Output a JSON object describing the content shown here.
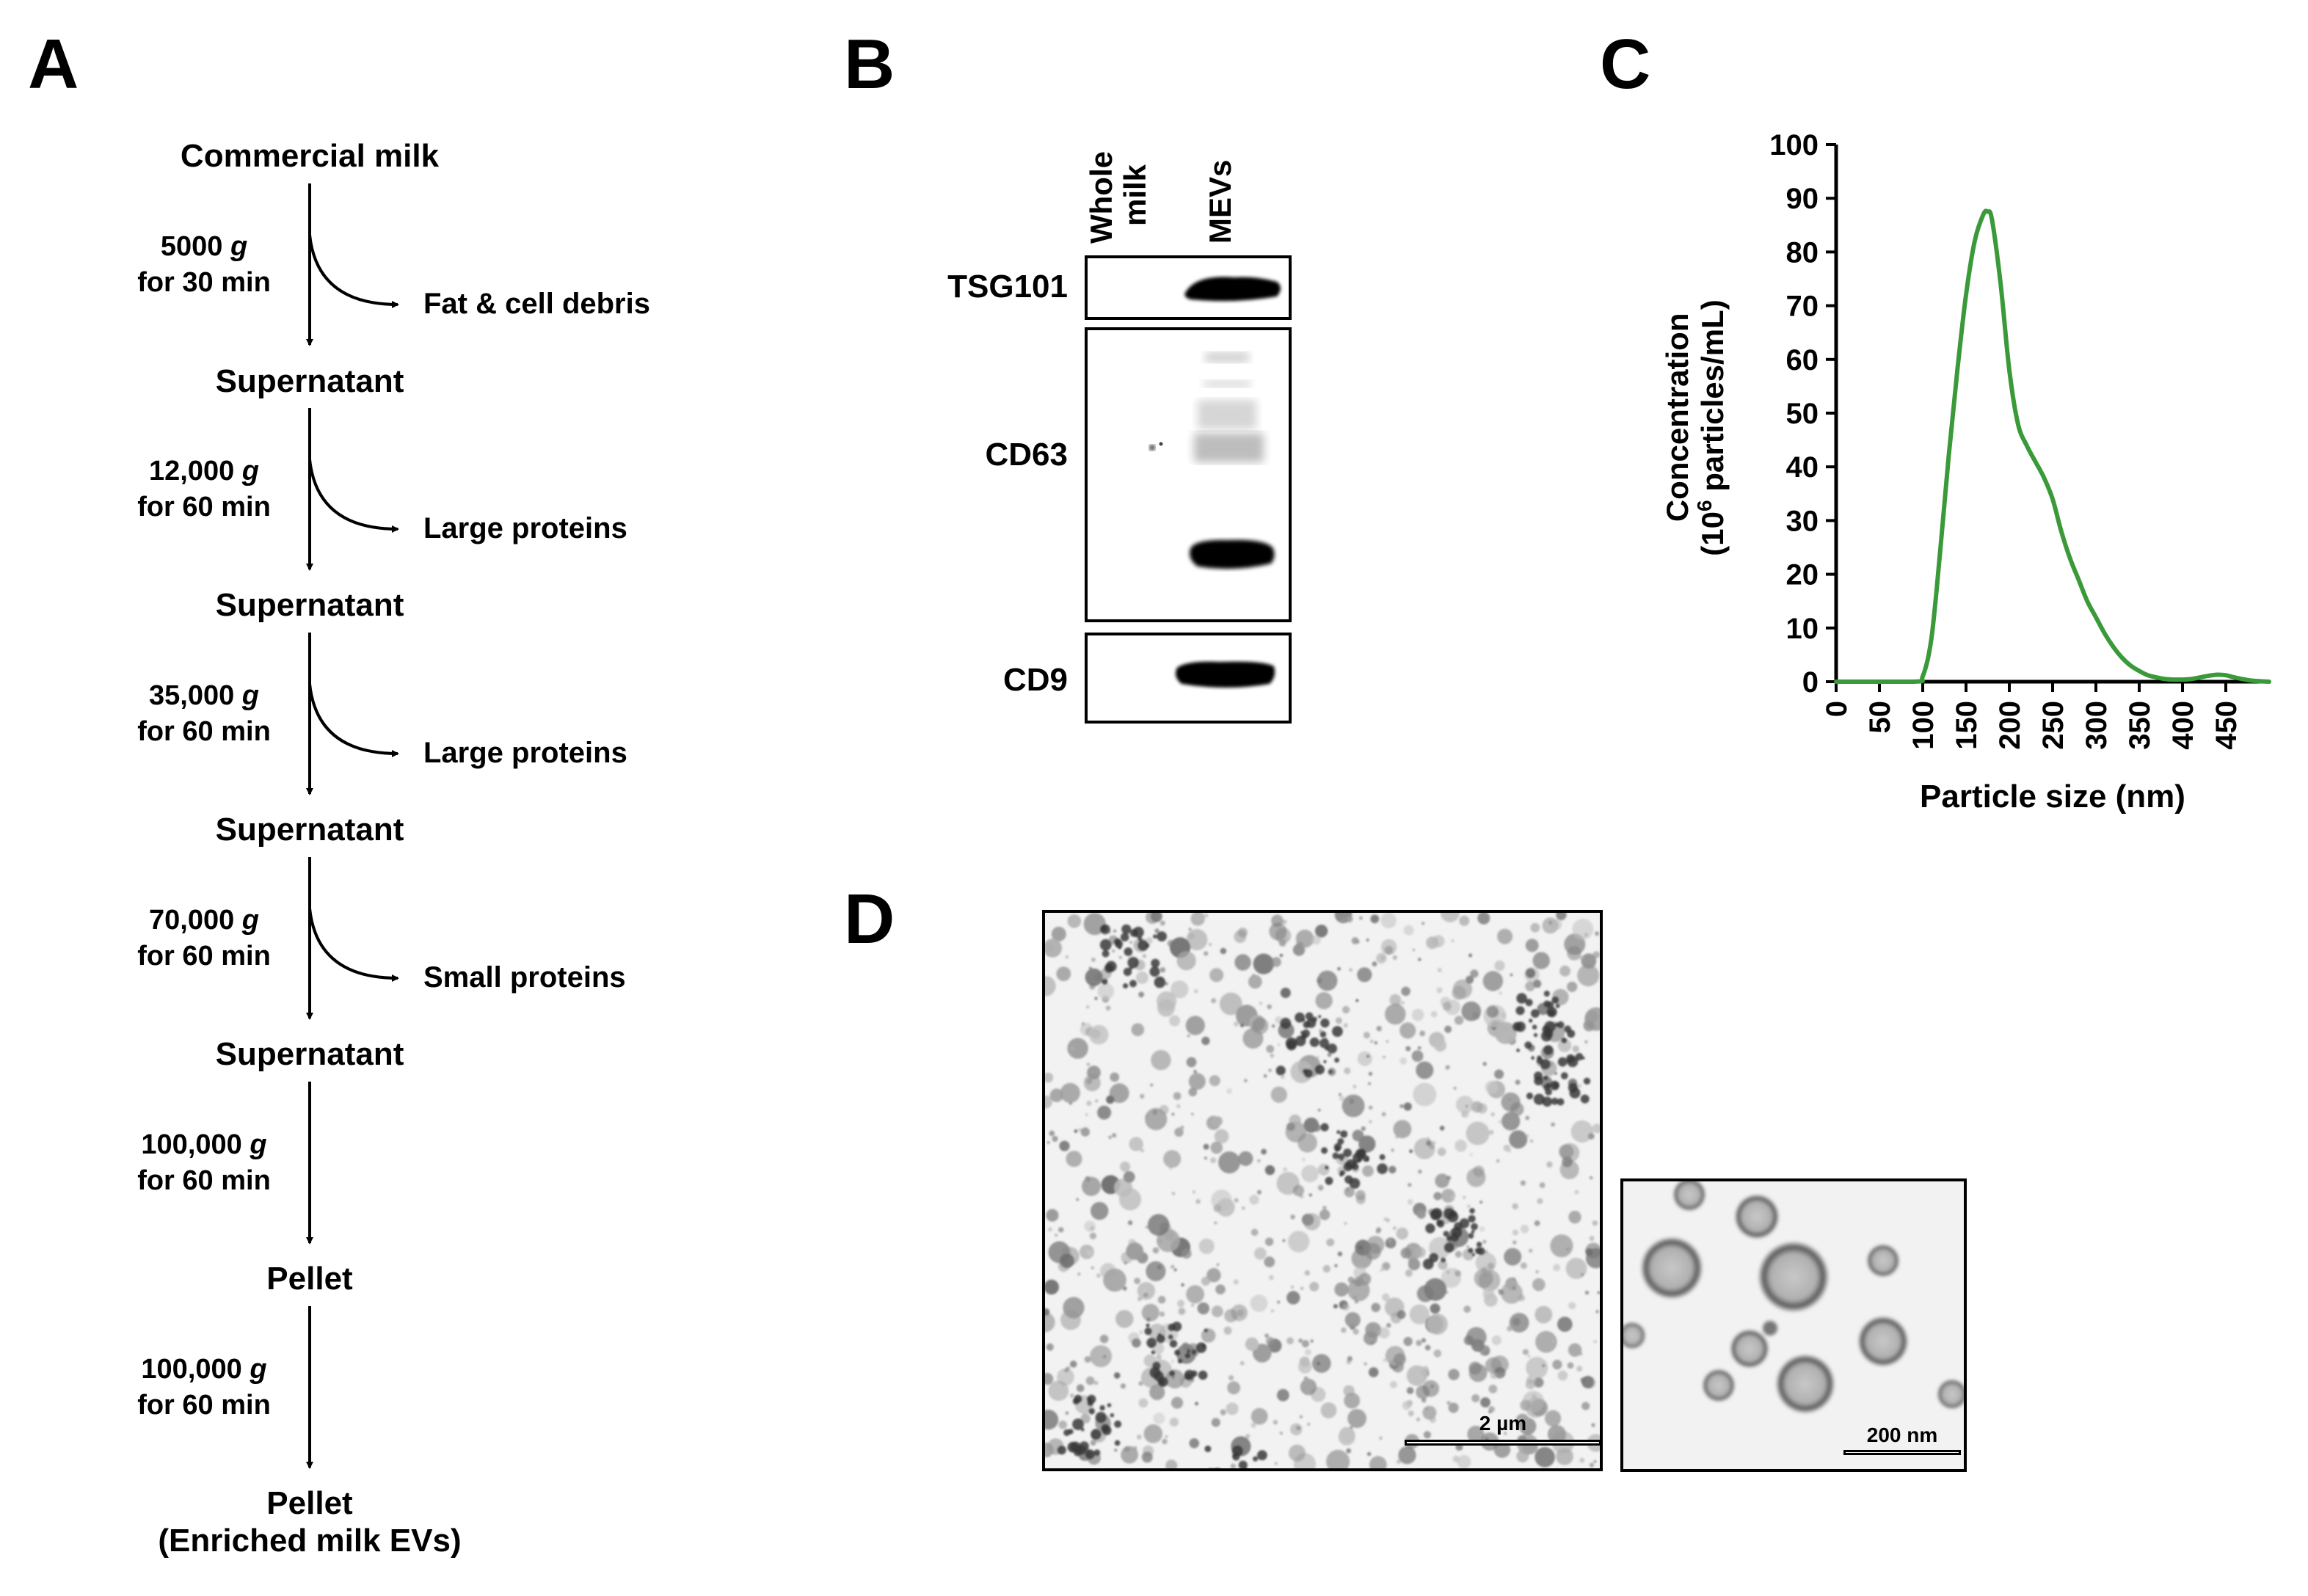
{
  "panels": {
    "a": "A",
    "b": "B",
    "c": "C",
    "d": "D"
  },
  "flow": {
    "stages": [
      "Commercial milk",
      "Supernatant",
      "Supernatant",
      "Supernatant",
      "Supernatant",
      "Pellet",
      "Pellet",
      "(Enriched milk EVs)"
    ],
    "steps": [
      {
        "speed": "5000",
        "unit": "g",
        "time": "for 30 min",
        "removed": "Fat & cell debris"
      },
      {
        "speed": "12,000",
        "unit": "g",
        "time": "for 60 min",
        "removed": "Large proteins"
      },
      {
        "speed": "35,000",
        "unit": "g",
        "time": "for 60 min",
        "removed": "Large proteins"
      },
      {
        "speed": "70,000",
        "unit": "g",
        "time": "for 60 min",
        "removed": "Small proteins"
      },
      {
        "speed": "100,000",
        "unit": "g",
        "time": "for 60 min",
        "removed": ""
      },
      {
        "speed": "100,000",
        "unit": "g",
        "time": "for 60 min",
        "removed": ""
      }
    ]
  },
  "blot": {
    "lanes": {
      "whole_line1": "Whole",
      "whole_line2": "milk",
      "mevs": "MEVs"
    },
    "markers": [
      "TSG101",
      "CD63",
      "CD9"
    ]
  },
  "chart_data": {
    "type": "line",
    "title": "",
    "xlabel": "Particle size (nm)",
    "ylabel_line1": "Concentration",
    "ylabel_line2_prefix": "(10",
    "ylabel_sup": "6",
    "ylabel_line2_suffix": " particles/mL)",
    "xlim": [
      0,
      500
    ],
    "ylim": [
      0,
      100
    ],
    "x_ticks": [
      "0",
      "50",
      "100",
      "150",
      "200",
      "250",
      "300",
      "350",
      "400",
      "450"
    ],
    "y_ticks": [
      "0",
      "10",
      "20",
      "30",
      "40",
      "50",
      "60",
      "70",
      "80",
      "90",
      "100"
    ],
    "line_color": "#3a9a3a",
    "series": [
      {
        "x": [
          0,
          90,
          100,
          110,
          120,
          130,
          140,
          150,
          160,
          170,
          175,
          180,
          190,
          200,
          210,
          220,
          230,
          240,
          250,
          260,
          270,
          280,
          290,
          300,
          310,
          320,
          330,
          340,
          350,
          360,
          370,
          380,
          390,
          400,
          410,
          420,
          430,
          440,
          450,
          460,
          480,
          500
        ],
        "y": [
          0,
          0,
          1,
          8,
          24,
          42,
          58,
          72,
          82,
          87,
          87.5,
          86,
          74,
          58,
          48,
          44,
          41,
          38,
          34,
          28,
          23,
          19,
          15,
          12,
          9,
          6.5,
          4.5,
          3,
          2,
          1.2,
          0.8,
          0.5,
          0.4,
          0.4,
          0.5,
          0.8,
          1.1,
          1.3,
          1.2,
          0.8,
          0.2,
          0
        ]
      }
    ]
  },
  "tem": {
    "scale_large": "2 µm",
    "scale_small": "200 nm"
  }
}
